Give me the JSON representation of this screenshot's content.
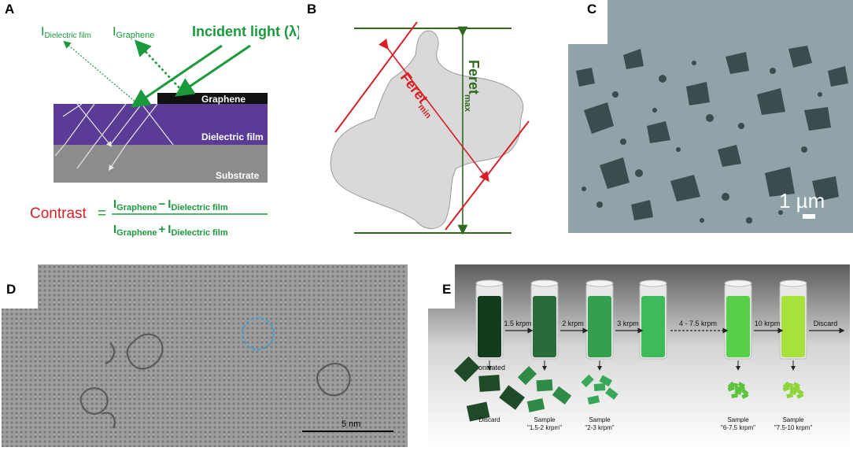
{
  "panels": {
    "A": {
      "label": "A",
      "i_dielectric": {
        "main": "I",
        "sub": "Dielectric film"
      },
      "i_graphene": {
        "main": "I",
        "sub": "Graphene"
      },
      "incident": "Incident light (λ)",
      "layer_graphene": "Graphene",
      "layer_dielectric": "Dielectric film",
      "layer_substrate": "Substrate",
      "contrast_word": "Contrast",
      "equals": "=",
      "num_a": {
        "main": "I",
        "sub": "Graphene"
      },
      "num_op": "−",
      "num_b": {
        "main": "I",
        "sub": "Dielectric film"
      },
      "den_a": {
        "main": "I",
        "sub": "Graphene"
      },
      "den_op": "+",
      "den_b": {
        "main": "I",
        "sub": "Dielectric film"
      },
      "colors": {
        "green": "#1a9a3c",
        "red": "#d81f26",
        "dielectric": "#5a3c96",
        "substrate": "#8c8c8c"
      }
    },
    "B": {
      "label": "B",
      "feret_min": {
        "main": "Feret",
        "sub": "min"
      },
      "feret_max": {
        "main": "Feret",
        "sub": "max"
      },
      "colors": {
        "min": "#d81f26",
        "max": "#2e6b1e",
        "shape": "#d9d9d9"
      }
    },
    "C": {
      "label": "C",
      "scale": "1 µm"
    },
    "D": {
      "label": "D",
      "scale": "5 nm"
    },
    "E": {
      "label": "E",
      "vials": [
        {
          "color": "#123c1e",
          "top_label": "Sonicated"
        },
        {
          "color": "#2a6b3a"
        },
        {
          "color": "#33a04e"
        },
        {
          "color": "#3dbb5a"
        },
        {
          "color": "#55d048"
        },
        {
          "color": "#a8e03c"
        }
      ],
      "arrows": [
        "1.5 krpm",
        "2 krpm",
        "3 krpm",
        "4 - 7.5 krpm",
        "10 krpm",
        "Discard"
      ],
      "samples": [
        "Discard",
        "Sample\n\"1.5-2 krpm\"",
        "Sample\n\"2-3 krpm\"",
        "Sample\n\"6-7.5 krpm\"",
        "Sample\n\"7.5-10 krpm\""
      ]
    }
  }
}
